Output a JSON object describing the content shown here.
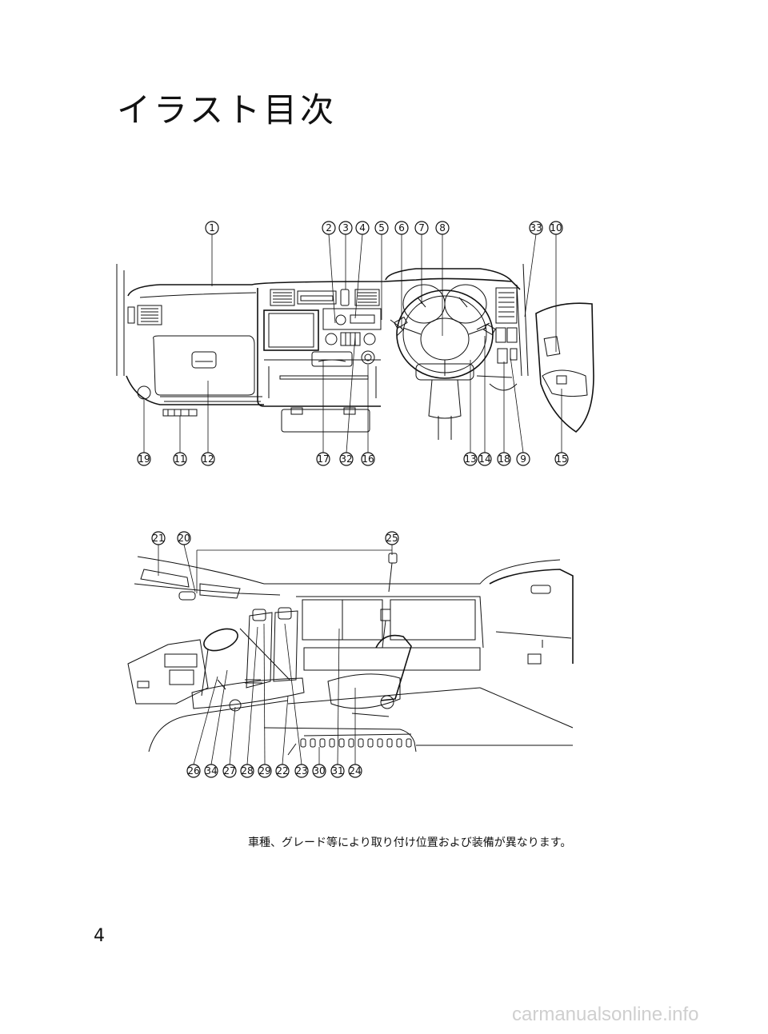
{
  "page": {
    "title": "イラスト目次",
    "caption": "車種、グレード等により取り付け位置および装備が異なります。",
    "page_number": "4",
    "watermark": "carmanualsonline.info"
  },
  "dashboard_callouts": {
    "top": [
      "1",
      "2",
      "3",
      "4",
      "5",
      "6",
      "7",
      "8",
      "33",
      "10"
    ],
    "bottom": [
      "19",
      "11",
      "12",
      "17",
      "32",
      "16",
      "13",
      "14",
      "18",
      "9",
      "15"
    ]
  },
  "cabin_callouts": {
    "top": [
      "21",
      "20",
      "25"
    ],
    "bottom": [
      "26",
      "34",
      "27",
      "28",
      "29",
      "22",
      "23",
      "30",
      "31",
      "24"
    ]
  }
}
